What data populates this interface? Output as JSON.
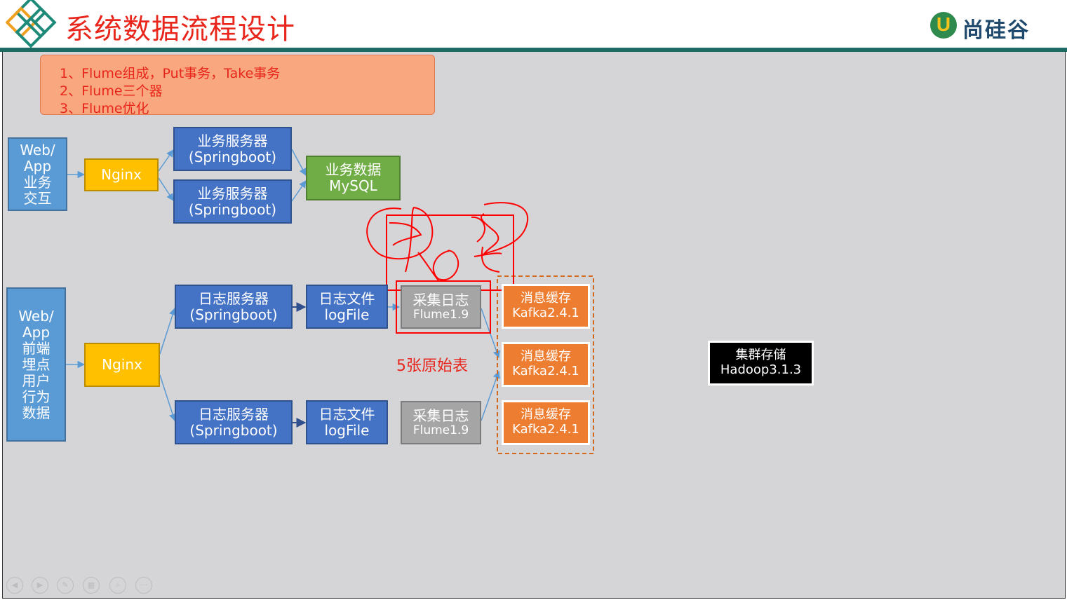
{
  "header": {
    "title": "系统数据流程设计",
    "logo_mark": "U",
    "logo_text": "尚硅谷"
  },
  "note": {
    "lines": [
      "1、Flume组成，Put事务，Take事务",
      "2、Flume三个器",
      "3、Flume优化"
    ]
  },
  "business_flow": {
    "source": [
      "Web/",
      "App",
      "业务",
      "交互"
    ],
    "nginx": "Nginx",
    "server1": [
      "业务服务器",
      "(Springboot)"
    ],
    "server2": [
      "业务服务器",
      "(Springboot)"
    ],
    "db": [
      "业务数据",
      "MySQL"
    ]
  },
  "log_flow": {
    "source": [
      "Web/",
      "App",
      "前端",
      "埋点",
      "用户",
      "行为",
      "数据"
    ],
    "nginx": "Nginx",
    "server1": [
      "日志服务器",
      "(Springboot)"
    ],
    "server2": [
      "日志服务器",
      "(Springboot)"
    ],
    "file1": [
      "日志文件",
      "logFile"
    ],
    "file2": [
      "日志文件",
      "logFile"
    ],
    "flume1": [
      "采集日志",
      "Flume1.9"
    ],
    "flume2": [
      "采集日志",
      "Flume1.9"
    ],
    "kafka": [
      [
        "消息缓存",
        "Kafka2.4.1"
      ],
      [
        "消息缓存",
        "Kafka2.4.1"
      ],
      [
        "消息缓存",
        "Kafka2.4.1"
      ]
    ],
    "raw_tables_label": "5张原始表"
  },
  "storage": [
    "集群存储",
    "Hadoop3.1.3"
  ],
  "colors": {
    "title_red": "#e8261c",
    "header_rule": "#1e6b63",
    "blue": "#4472c4",
    "light_blue": "#5b9bd5",
    "yellow": "#ffc000",
    "green": "#70ad47",
    "grey": "#a5a5a5",
    "orange": "#ed7d31",
    "annotation_red": "#ff0000"
  },
  "controls": [
    "prev-icon",
    "next-icon",
    "pen-icon",
    "slides-icon",
    "zoom-icon",
    "more-icon"
  ]
}
